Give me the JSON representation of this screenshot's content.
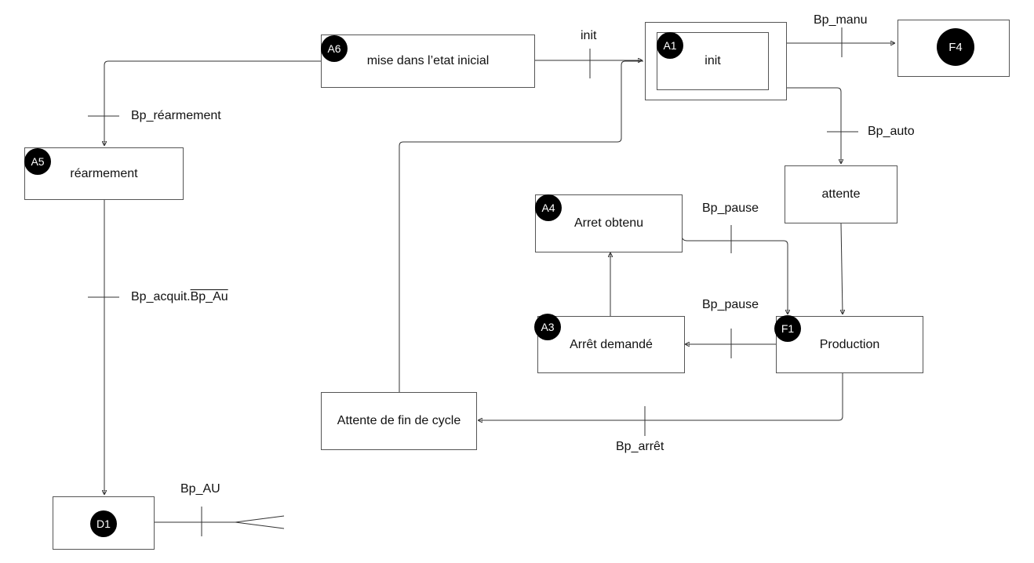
{
  "steps": {
    "a6": {
      "badge": "A6",
      "label": "mise dans l’etat inicial"
    },
    "a1": {
      "badge": "A1",
      "label": "init"
    },
    "f4": {
      "badge": "F4",
      "label": ""
    },
    "a5": {
      "badge": "A5",
      "label": "réarmement"
    },
    "attente": {
      "badge": "",
      "label": "attente"
    },
    "a4": {
      "badge": "A4",
      "label": "Arret obtenu"
    },
    "a3": {
      "badge": "A3",
      "label": "Arrêt demandé"
    },
    "f1": {
      "badge": "F1",
      "label": "Production"
    },
    "fin_cycle": {
      "badge": "",
      "label": "Attente de fin de cycle"
    },
    "d1": {
      "badge": "D1",
      "label": ""
    }
  },
  "transitions": {
    "init": "init",
    "bp_manu": "Bp_manu",
    "bp_rearmement": "Bp_réarmement",
    "bp_auto": "Bp_auto",
    "bp_pause_1": "Bp_pause",
    "bp_pause_2": "Bp_pause",
    "bp_acquit_prefix": "Bp_acquit.",
    "bp_acquit_negated": "Bp_Au",
    "bp_arret": "Bp_arrêt",
    "bp_au": "Bp_AU"
  }
}
